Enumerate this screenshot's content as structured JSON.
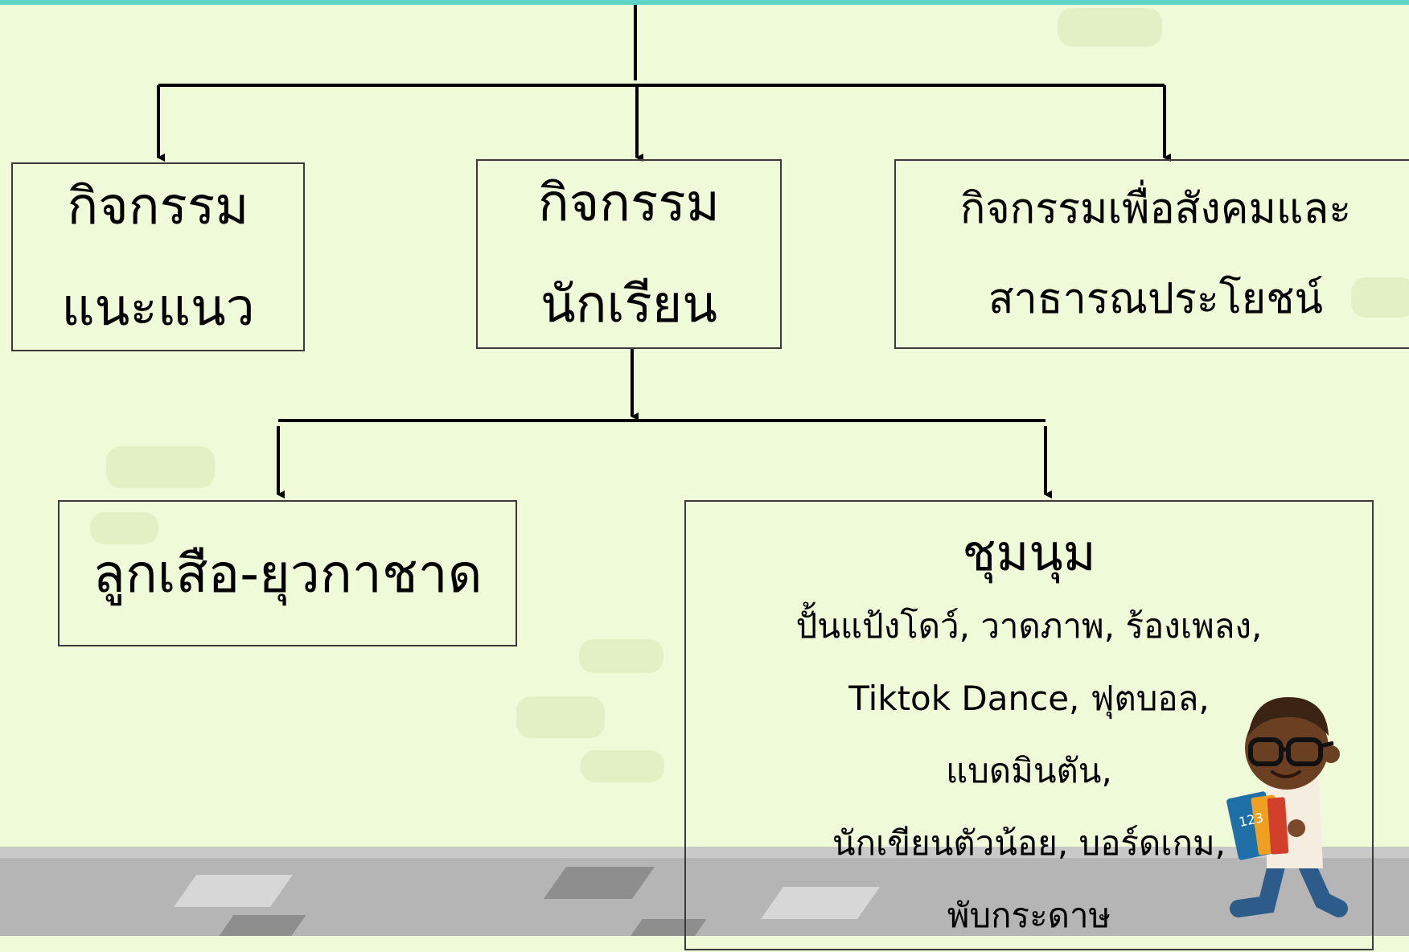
{
  "diagram": {
    "guidance": {
      "line1": "กิจกรรม",
      "line2": "แนะแนว"
    },
    "student": {
      "line1": "กิจกรรม",
      "line2": "นักเรียน"
    },
    "social": {
      "line1": "กิจกรรมเพื่อสังคมและ",
      "line2": "สาธารณประโยชน์"
    },
    "scouts": {
      "label": "ลูกเสือ-ยุวกาชาด"
    },
    "clubs": {
      "title": "ชุมนุม",
      "lines": [
        "ปั้นแป้งโดว์, วาดภาพ, ร้องเพลง,",
        "Tiktok Dance, ฟุตบอล,",
        "แบดมินตัน,",
        "นักเขียนตัวน้อย, บอร์ดเกม,",
        "พับกระดาษ"
      ]
    }
  },
  "colors": {
    "background": "#eefad8",
    "accent_band": "#5fd3c6",
    "floor": "#b5b5b5",
    "box_border": "#3a3a3a",
    "connector": "#000000"
  },
  "illustration": {
    "icon": "boy-with-glasses-holding-books-icon",
    "book_text": "123"
  }
}
